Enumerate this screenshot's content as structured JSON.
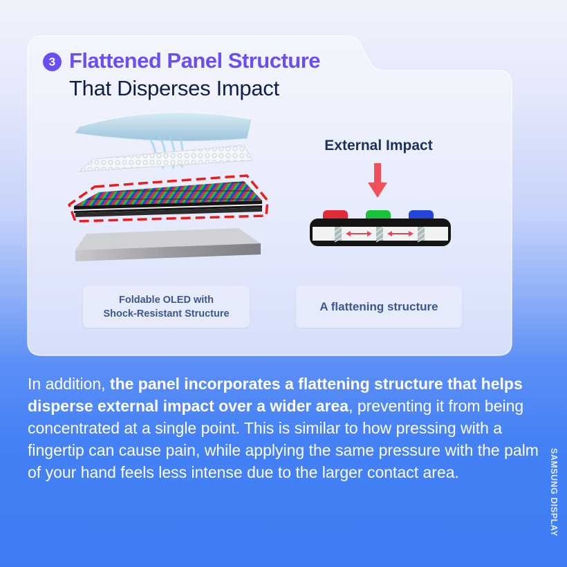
{
  "header": {
    "step_number": "3",
    "title_line1": "Flattened Panel Structure",
    "title_line2": "That Disperses Impact"
  },
  "right_diagram": {
    "label": "External Impact"
  },
  "captions": {
    "left_line1": "Foldable OLED with",
    "left_line2": "Shock-Resistant Structure",
    "right": "A flattening structure"
  },
  "body": {
    "intro": "In addition, ",
    "bold": "the panel incorporates a flattening structure that helps disperse external impact over a wider area",
    "rest": ", preventing it from being concentrated at a single point. This is similar to how pressing with a fingertip can cause pain, while applying the same pressure with the palm of your hand feels less intense due to the larger contact area."
  },
  "brand": "SAMSUNG DISPLAY",
  "colors": {
    "accent_purple": "#6a4ff0",
    "title_dark": "#0f1f4a",
    "impact_red": "#f0505a",
    "pixel_red": "#e02b3a",
    "pixel_green": "#19c23a",
    "pixel_blue": "#2544d8"
  }
}
